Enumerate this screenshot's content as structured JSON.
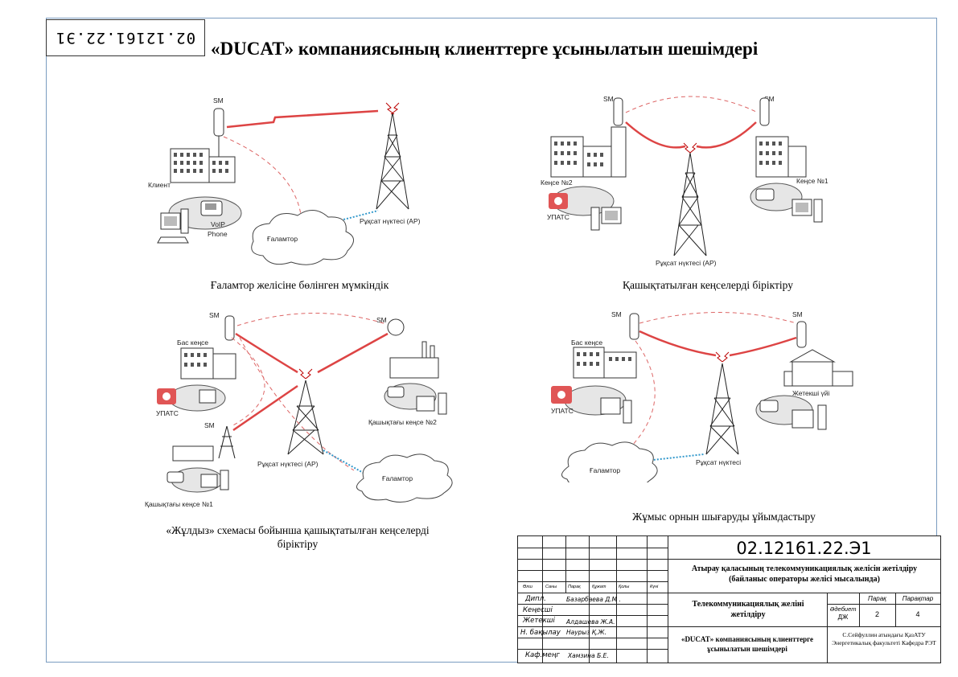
{
  "stamp_code": "02.12161.22.Э1",
  "title": "«DUCAT» компаниясының клиенттерге ұсынылатын шешімдері",
  "panels": [
    {
      "caption": "Ғаламтор желісіне бөлінген мүмкіндік",
      "labels": {
        "sm": "SM",
        "client": "Клиент",
        "voip": "VoIP",
        "phone": "Phone",
        "internet": "Ғаламтор",
        "ap": "Рұқсат нүктесі (AP)"
      }
    },
    {
      "caption": "Қашықтатылған кеңселерді біріктіру",
      "labels": {
        "sm1": "SM",
        "sm2": "SM",
        "office2": "Кеңсе №2",
        "office1": "Кеңсе №1",
        "upats": "УПАТС",
        "ap": "Рұқсат нүктесі (AP)"
      }
    },
    {
      "caption": "«Жұлдыз» схемасы бойынша қашықтатылған кеңселерді біріктіру",
      "labels": {
        "sm1": "SM",
        "sm2": "SM",
        "sm3": "SM",
        "head": "Бас кеңсе",
        "upats": "УПАТС",
        "remote2": "Қашықтағы кеңсе №2",
        "remote1": "Қашықтағы кеңсе №1",
        "ap": "Рұқсат нүктесі (AP)",
        "internet": "Ғаламтор"
      }
    },
    {
      "caption": "Жұмыс орнын шығаруды ұйымдастыру",
      "labels": {
        "sm1": "SM",
        "sm2": "SM",
        "head": "Бас кеңсе",
        "upats": "УПАТС",
        "home": "Жетекші үйі",
        "internet": "Ғаламтор",
        "ap": "Рұқсат нүктесі"
      }
    }
  ],
  "title_block": {
    "code": "02.12161.22.Э1",
    "project_title": "Атырау қаласының телекоммуникациялық желісін жетілдіру (байланыс операторы желісі мысалында)",
    "section_title": "Телекоммуникациялық желіні жетілдіру",
    "sheet_title": "«DUCAT» компаниясының клиенттерге ұсынылатын шешімдері",
    "org": "С.Сейфуллин атындағы ҚазАТУ Энергетикалық факультеті Кафедра РЭТ",
    "col_headers": [
      "Өлш",
      "Саны",
      "Парақ",
      "Құжат",
      "Қолы",
      "Күні"
    ],
    "rows": [
      {
        "role": "Дипл.",
        "name": "Базарбаева Д.М ."
      },
      {
        "role": "Кеңесші",
        "name": ""
      },
      {
        "role": "Жетекші",
        "name": "Алдашева Ж.А."
      },
      {
        "role": "Н. бақылау",
        "name": "Наурыз Қ.Ж."
      },
      {
        "role": "",
        "name": ""
      },
      {
        "role": "Каф.меңг",
        "name": "Хамзина Б.Е."
      }
    ],
    "lit_label": "Әдебиет",
    "lit_value": "ДЖ",
    "sheet_label": "Парақ",
    "sheet_value": "2",
    "sheets_label": "Парақтар",
    "sheets_value": "4"
  }
}
